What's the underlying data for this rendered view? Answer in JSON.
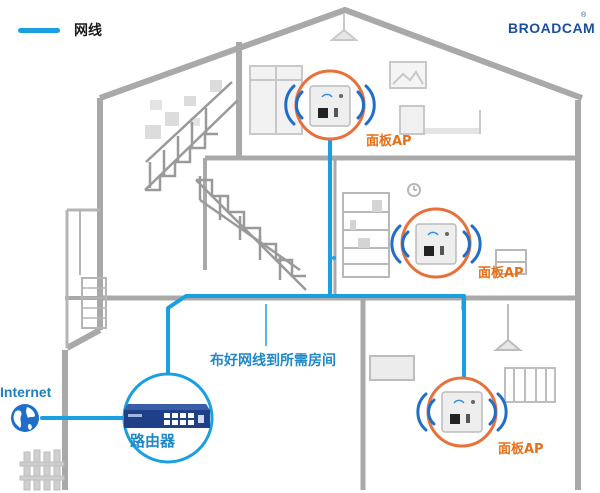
{
  "legend": {
    "label": "网线"
  },
  "brand": {
    "name": "BROADCAM",
    "mark": "®"
  },
  "access_points": [
    {
      "label": "面板AP"
    },
    {
      "label": "面板AP"
    },
    {
      "label": "面板AP"
    }
  ],
  "cabling": {
    "label": "布好网线到所需房间"
  },
  "router": {
    "label": "路由器"
  },
  "internet": {
    "label": "Internet"
  },
  "colors": {
    "cable": "#1a9fe0",
    "ap_ring": "#e8703a",
    "ap_label": "#e4701a",
    "wifi_arcs": "#1f6fc8",
    "router_ring": "#1a9fe0",
    "house_lines": "#a9a9a9",
    "brand": "#1b4f9c"
  },
  "icons": [
    "globe-icon",
    "wifi-signal-icon",
    "ethernet-switch-icon",
    "wall-ap-icon"
  ]
}
